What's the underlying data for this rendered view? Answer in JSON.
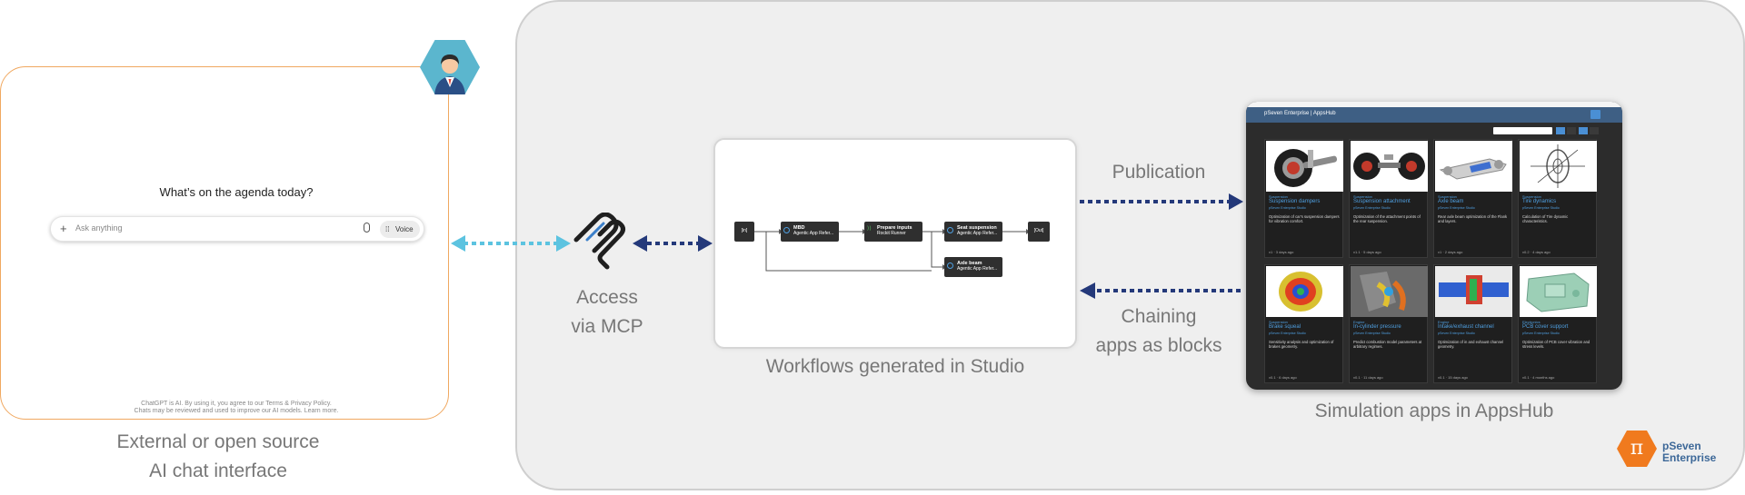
{
  "chat": {
    "heading": "What’s on the agenda today?",
    "placeholder": "Ask anything",
    "voice_label": "Voice",
    "disclaimer_line1": "ChatGPT is AI. By using it, you agree to our Terms & Privacy Policy.",
    "disclaimer_line2": "Chats may be reviewed and used to improve our AI models. Learn more."
  },
  "captions": {
    "chat_line1": "External or open source",
    "chat_line2": "AI chat interface",
    "mcp_line1": "Access",
    "mcp_line2": "via MCP",
    "studio": "Workflows generated in Studio",
    "publication": "Publication",
    "chaining_line1": "Chaining",
    "chaining_line2": "apps as blocks",
    "appshub": "Simulation apps in AppsHub"
  },
  "workflow": {
    "in_label": "[in]",
    "out_label": "[Out]",
    "nodes": [
      {
        "title": "MBD",
        "sub": "Agentic App Refer..."
      },
      {
        "title": "Prepare inputs",
        "sub": "Rockit Runner"
      },
      {
        "title": "Seat suspension",
        "sub": "Agentic App Refer..."
      },
      {
        "title": "Axle beam",
        "sub": "Agentic App Refer..."
      }
    ]
  },
  "appshub": {
    "title": "pSeven Enterprise | AppsHub",
    "cards": [
      {
        "category": "Suspension",
        "title": "Suspension dampers",
        "sub": "pSeven Enterprise Studio",
        "desc": "Optimization of car's suspension dampers for vibration comfort.",
        "footer": "v1 · 3 days ago"
      },
      {
        "category": "Suspension",
        "title": "Suspension attachment",
        "sub": "pSeven Enterprise Studio",
        "desc": "Optimization of the attachment points of the rear suspension.",
        "footer": "v1.1 · 5 days ago"
      },
      {
        "category": "Suspension",
        "title": "Axle beam",
        "sub": "pSeven Enterprise Studio",
        "desc": "Rear axle beam optimization of the Flank and layers.",
        "footer": "v1 · 2 days ago"
      },
      {
        "category": "Suspension",
        "title": "Tire dynamics",
        "sub": "pSeven Enterprise Studio",
        "desc": "Calculation of Tire dynamic characteristics.",
        "footer": "v0.2 · 4 days ago"
      },
      {
        "category": "Suspension",
        "title": "Brake squeal",
        "sub": "pSeven Enterprise Studio",
        "desc": "Sensitivity analysis and optimization of brakes geometry.",
        "footer": "v0.1 · 6 days ago"
      },
      {
        "category": "Engine",
        "title": "In-cylinder pressure",
        "sub": "pSeven Enterprise Studio",
        "desc": "Predict combustion model parameters at arbitrary regimes.",
        "footer": "v0.1 · 11 days ago"
      },
      {
        "category": "Engine",
        "title": "Intake/exhaust channel",
        "sub": "pSeven Enterprise Studio",
        "desc": "Optimization of in and exhaust channel geometry.",
        "footer": "v0.1 · 15 days ago"
      },
      {
        "category": "Electronics",
        "title": "PCB cover support",
        "sub": "pSeven Enterprise Studio",
        "desc": "Optimization of PCB cover vibration and stress levels.",
        "footer": "v0.1 · 4 months ago"
      }
    ]
  },
  "brand": {
    "line1": "pSeven",
    "line2": "Enterprise"
  },
  "icons": {
    "avatar": "user-avatar-icon",
    "mcp": "mcp-logo-icon",
    "brand": "pseven-logo-icon"
  },
  "colors": {
    "chat_border": "#f0a860",
    "chat_arrow": "#5cc3e0",
    "mcp_arrow": "#24397a",
    "publication_arrow": "#24397a",
    "platform_bg": "#efefef",
    "appshub_header": "#3e5f84",
    "brand_orange": "#f07a1e",
    "brand_blue": "#3d6898"
  }
}
